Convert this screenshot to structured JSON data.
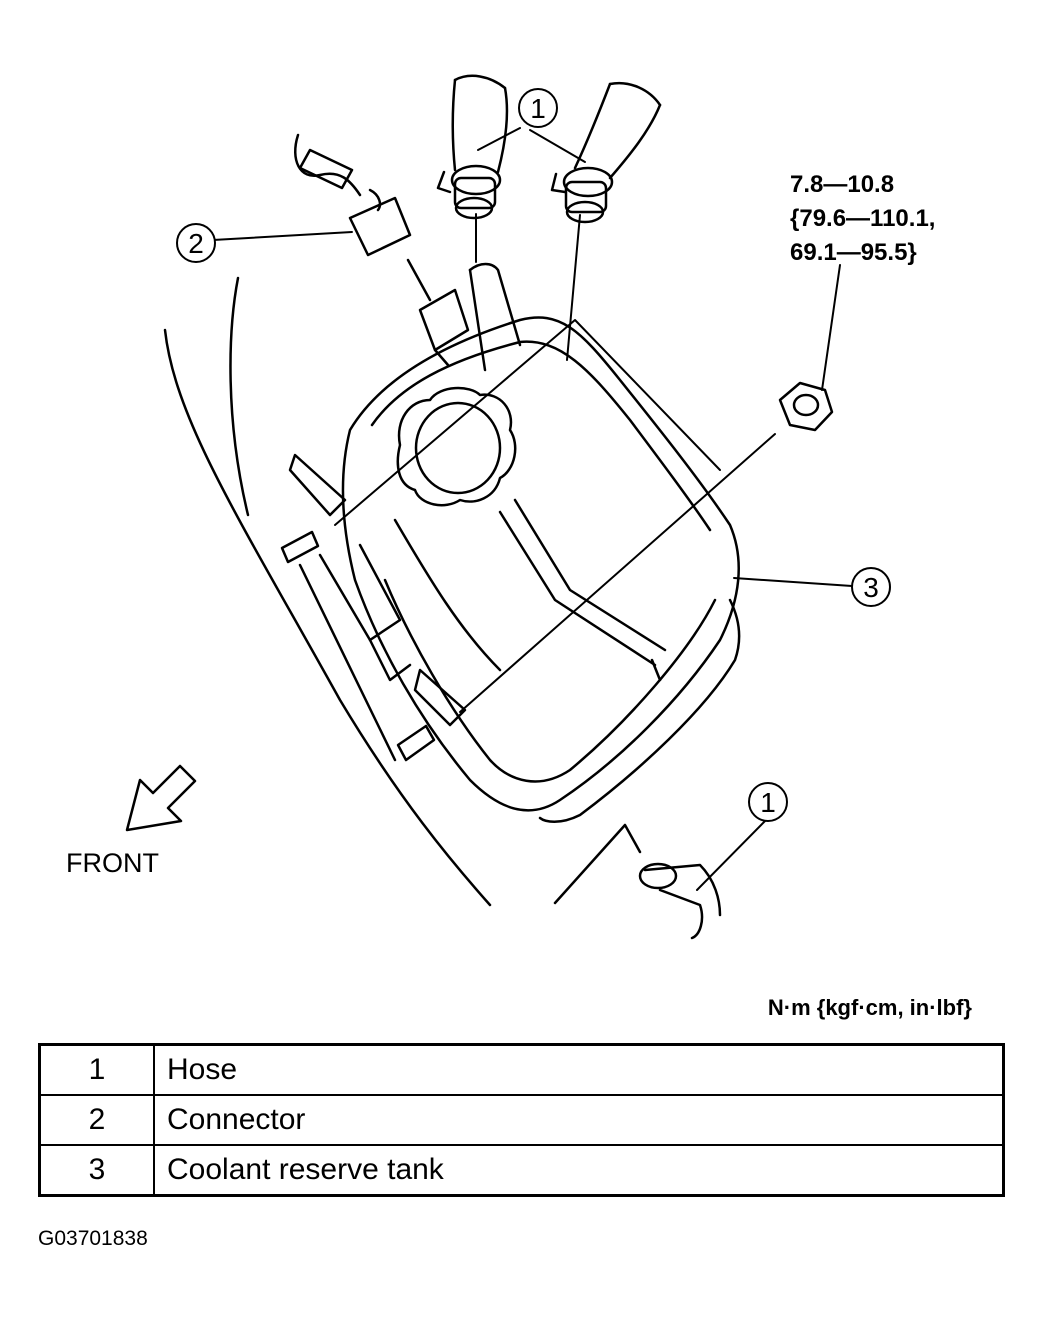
{
  "callouts": [
    {
      "id": "callout-hose-top",
      "number": "1"
    },
    {
      "id": "callout-connector",
      "number": "2"
    },
    {
      "id": "callout-tank",
      "number": "3"
    },
    {
      "id": "callout-hose-bottom",
      "number": "1"
    }
  ],
  "torque_spec": {
    "line1": "7.8—10.8",
    "line2": "{79.6—110.1,",
    "line3": "69.1—95.5}"
  },
  "front_label": "FRONT",
  "units_label": "N·m {kgf·cm, in·lbf}",
  "parts_table": [
    {
      "number": "1",
      "name": "Hose"
    },
    {
      "number": "2",
      "name": "Connector"
    },
    {
      "number": "3",
      "name": "Coolant reserve tank"
    }
  ],
  "figure_id": "G03701838"
}
